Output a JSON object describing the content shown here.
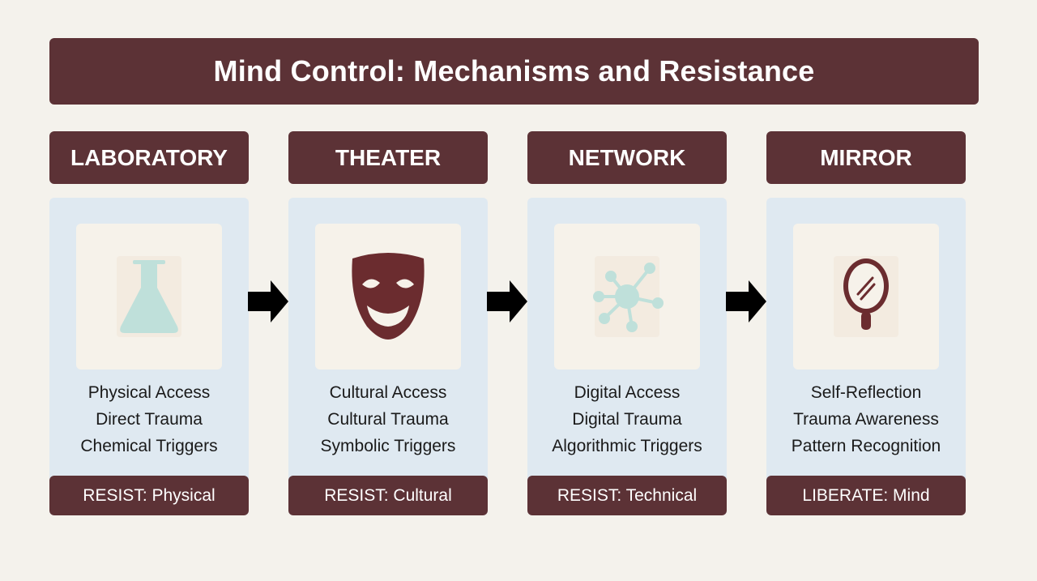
{
  "title": "Mind Control: Mechanisms and Resistance",
  "stages": [
    {
      "name": "LABORATORY",
      "icon": "flask-icon",
      "lines": [
        "Physical Access",
        "Direct Trauma",
        "Chemical Triggers"
      ],
      "action": "RESIST: Physical"
    },
    {
      "name": "THEATER",
      "icon": "theater-mask-icon",
      "lines": [
        "Cultural Access",
        "Cultural Trauma",
        "Symbolic Triggers"
      ],
      "action": "RESIST: Cultural"
    },
    {
      "name": "NETWORK",
      "icon": "network-icon",
      "lines": [
        "Digital Access",
        "Digital Trauma",
        "Algorithmic Triggers"
      ],
      "action": "RESIST: Technical"
    },
    {
      "name": "MIRROR",
      "icon": "mirror-icon",
      "lines": [
        "Self-Reflection",
        "Trauma Awareness",
        "Pattern Recognition"
      ],
      "action": "LIBERATE: Mind"
    }
  ],
  "colors": {
    "background": "#f4f2ec",
    "header": "#5c3236",
    "panel": "#dfe9f1",
    "icon_box": "#f6f2ea",
    "teal_icon": "#bfe0da",
    "maroon_icon": "#6b2c2f"
  }
}
